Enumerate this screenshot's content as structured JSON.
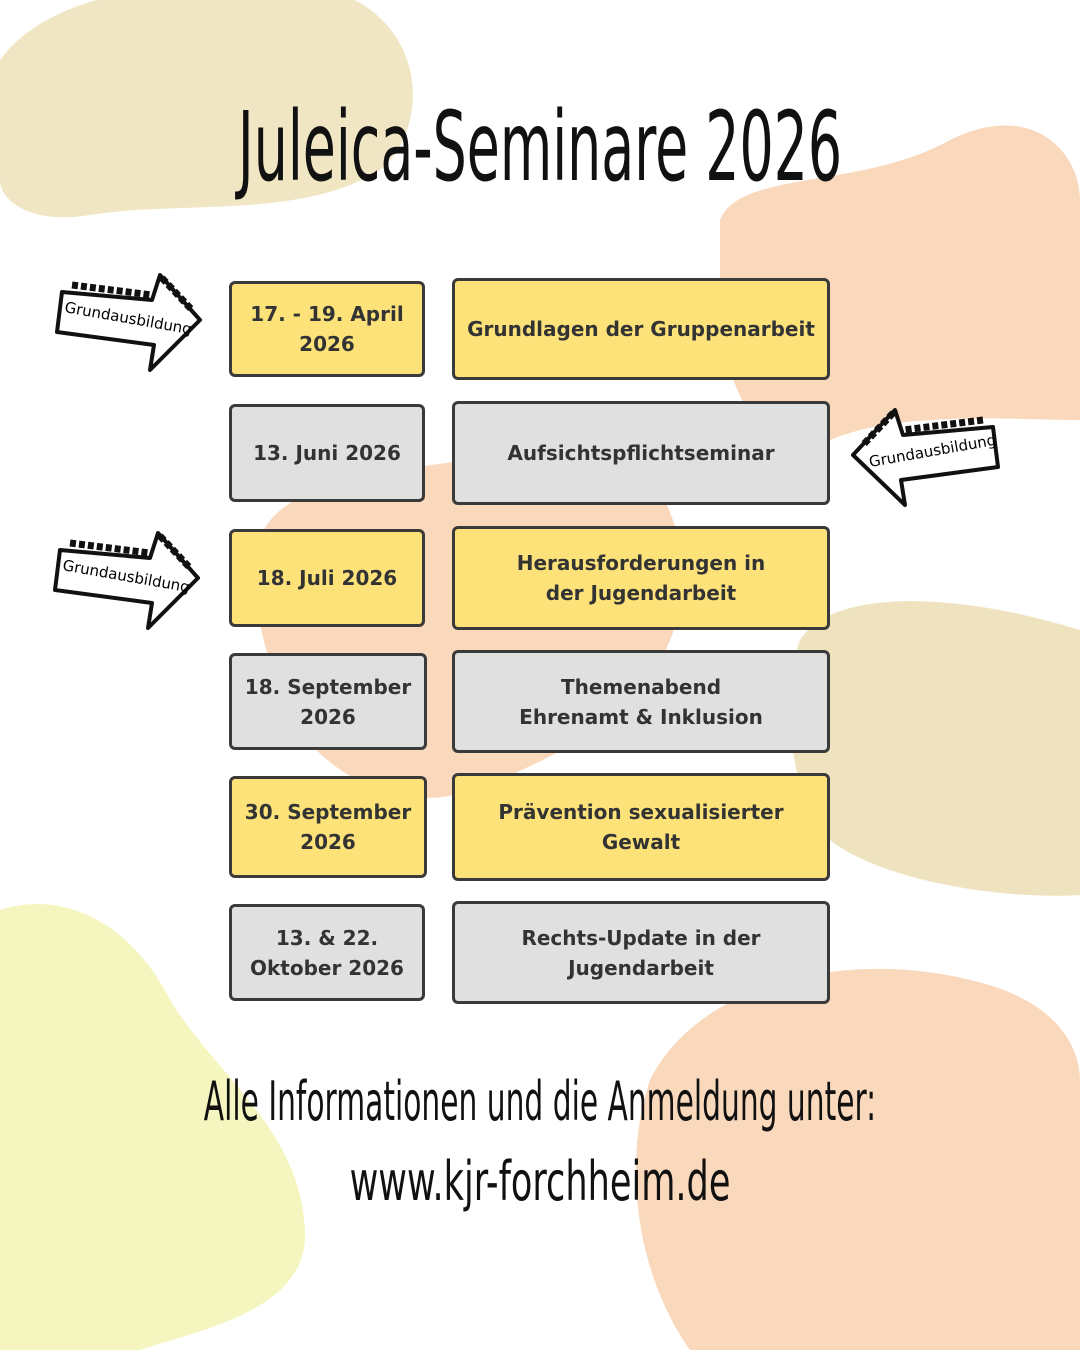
{
  "title": "Juleica-Seminare 2026",
  "arrow_label": "Grundausbildung",
  "seminars": [
    {
      "date": "17. - 19. April 2026",
      "topic": "Grundlagen der Gruppenarbeit",
      "highlight": true
    },
    {
      "date": "13. Juni 2026",
      "topic": "Aufsichtspflichtseminar",
      "highlight": false
    },
    {
      "date": "18. Juli 2026",
      "topic": "Herausforderungen in der Jugendarbeit",
      "highlight": true
    },
    {
      "date": "18. September 2026",
      "topic": "Themenabend Ehrenamt & Inklusion",
      "highlight": false
    },
    {
      "date": "30. September 2026",
      "topic": "Prävention sexualisierter Gewalt",
      "highlight": true
    },
    {
      "date": "13. & 22. Oktober 2026",
      "topic": "Rechts-Update in der Jugendarbeit",
      "highlight": false
    }
  ],
  "footer": {
    "line1": "Alle Informationen und die Anmeldung unter:",
    "url": "www.kjr-forchheim.de"
  },
  "colors": {
    "yellow": "#fde27a",
    "gray": "#e0e0e0",
    "peach": "#fad8bc",
    "beige": "#f0e6c4",
    "lightyellow": "#f5f5bf"
  }
}
